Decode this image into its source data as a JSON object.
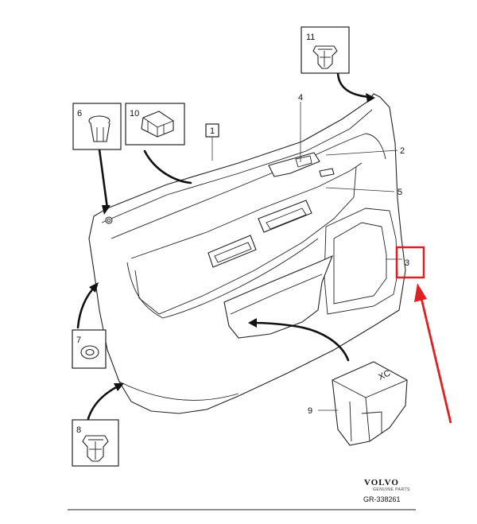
{
  "callouts": {
    "n1": "1",
    "n2": "2",
    "n3": "3",
    "n4": "4",
    "n5": "5",
    "n6": "6",
    "n7": "7",
    "n8": "8",
    "n9": "9",
    "n10": "10",
    "n11": "11"
  },
  "part_lettering": "XC",
  "footer": {
    "brand": "VOLVO",
    "brand_sub": "GENUINE PARTS",
    "ref": "GR-338261"
  },
  "colors": {
    "highlight": "#e02020",
    "line": "#222222",
    "background": "#ffffff"
  }
}
